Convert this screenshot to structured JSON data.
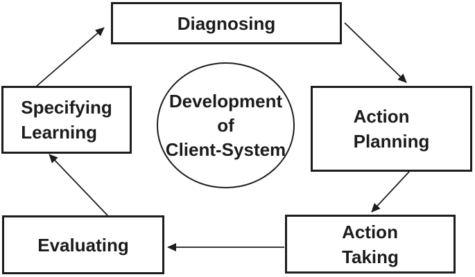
{
  "diagram": {
    "center": {
      "line1": "Development",
      "line2": "of",
      "line3": "Client-System"
    },
    "nodes": {
      "diagnosing": {
        "label": "Diagnosing"
      },
      "action_planning": {
        "line1": "Action",
        "line2": "Planning"
      },
      "action_taking": {
        "line1": "Action",
        "line2": "Taking"
      },
      "evaluating": {
        "label": "Evaluating"
      },
      "specifying_learning": {
        "line1": "Specifying",
        "line2": "Learning"
      }
    },
    "edges": [
      {
        "from": "Specifying Learning",
        "to": "Diagnosing"
      },
      {
        "from": "Diagnosing",
        "to": "Action Planning"
      },
      {
        "from": "Action Planning",
        "to": "Action Taking"
      },
      {
        "from": "Action Taking",
        "to": "Evaluating"
      },
      {
        "from": "Evaluating",
        "to": "Specifying Learning"
      }
    ],
    "colors": {
      "stroke": "#1c1c1c",
      "text": "#1c1c1c",
      "background": "#ffffff"
    }
  }
}
